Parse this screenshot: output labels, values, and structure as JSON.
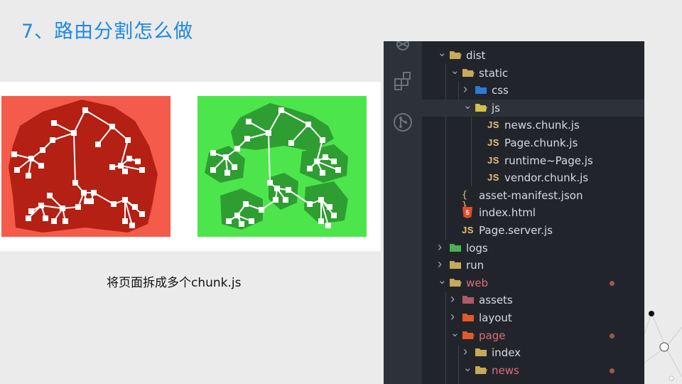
{
  "slide": {
    "title": "7、路由分割怎么做",
    "caption": "将页面拆成多个chunk.js"
  },
  "diagram": {
    "left_panel": {
      "background": "#f45b4a",
      "blob": "#b42013",
      "state": "single bundle"
    },
    "right_panel": {
      "background": "#4ce64c",
      "blob": "#2f9e32",
      "state": "split chunks"
    }
  },
  "explorer": {
    "activity_icons": [
      "debug-icon",
      "extensions-icon",
      "source-control-icon"
    ],
    "items": [
      {
        "label": "dist",
        "kind": "folder-open",
        "icon": "folder-dist-icon",
        "depth": 1,
        "open": true
      },
      {
        "label": "static",
        "kind": "folder-open",
        "icon": "folder-icon",
        "depth": 2,
        "open": true
      },
      {
        "label": "css",
        "kind": "folder-closed",
        "icon": "folder-css-icon",
        "depth": 3,
        "open": false
      },
      {
        "label": "js",
        "kind": "folder-open",
        "icon": "folder-js-icon",
        "depth": 3,
        "open": true,
        "selected": true
      },
      {
        "label": "news.chunk.js",
        "kind": "file",
        "icon": "js-file-icon",
        "badge": "JS",
        "depth": 4
      },
      {
        "label": "Page.chunk.js",
        "kind": "file",
        "icon": "js-file-icon",
        "badge": "JS",
        "depth": 4
      },
      {
        "label": "runtime~Page.js",
        "kind": "file",
        "icon": "js-file-icon",
        "badge": "JS",
        "depth": 4
      },
      {
        "label": "vendor.chunk.js",
        "kind": "file",
        "icon": "js-file-icon",
        "badge": "JS",
        "depth": 4
      },
      {
        "label": "asset-manifest.json",
        "kind": "file",
        "icon": "json-file-icon",
        "badge": "{ }",
        "depth": 2
      },
      {
        "label": "index.html",
        "kind": "file",
        "icon": "html-file-icon",
        "badge": "5",
        "depth": 2
      },
      {
        "label": "Page.server.js",
        "kind": "file",
        "icon": "js-file-icon",
        "badge": "JS",
        "depth": 2
      },
      {
        "label": "logs",
        "kind": "folder-closed",
        "icon": "folder-logs-icon",
        "depth": 1,
        "open": false
      },
      {
        "label": "run",
        "kind": "folder-closed",
        "icon": "folder-icon",
        "depth": 1,
        "open": false
      },
      {
        "label": "web",
        "kind": "folder-open",
        "icon": "folder-web-icon",
        "depth": 1,
        "open": true,
        "modified": true
      },
      {
        "label": "assets",
        "kind": "folder-closed",
        "icon": "folder-assets-icon",
        "depth": 2,
        "open": false
      },
      {
        "label": "layout",
        "kind": "folder-closed",
        "icon": "folder-layout-icon",
        "depth": 2,
        "open": false
      },
      {
        "label": "page",
        "kind": "folder-open",
        "icon": "folder-page-icon",
        "depth": 2,
        "open": true,
        "modified": true
      },
      {
        "label": "index",
        "kind": "folder-closed",
        "icon": "folder-icon",
        "depth": 3,
        "open": false
      },
      {
        "label": "news",
        "kind": "folder-open",
        "icon": "folder-icon",
        "depth": 3,
        "open": true,
        "modified": true
      }
    ]
  },
  "colors": {
    "title": "#1e88e5",
    "editor_bg": "#21252b",
    "modified_text": "#e06c75",
    "js_badge": "#e5c07b"
  }
}
